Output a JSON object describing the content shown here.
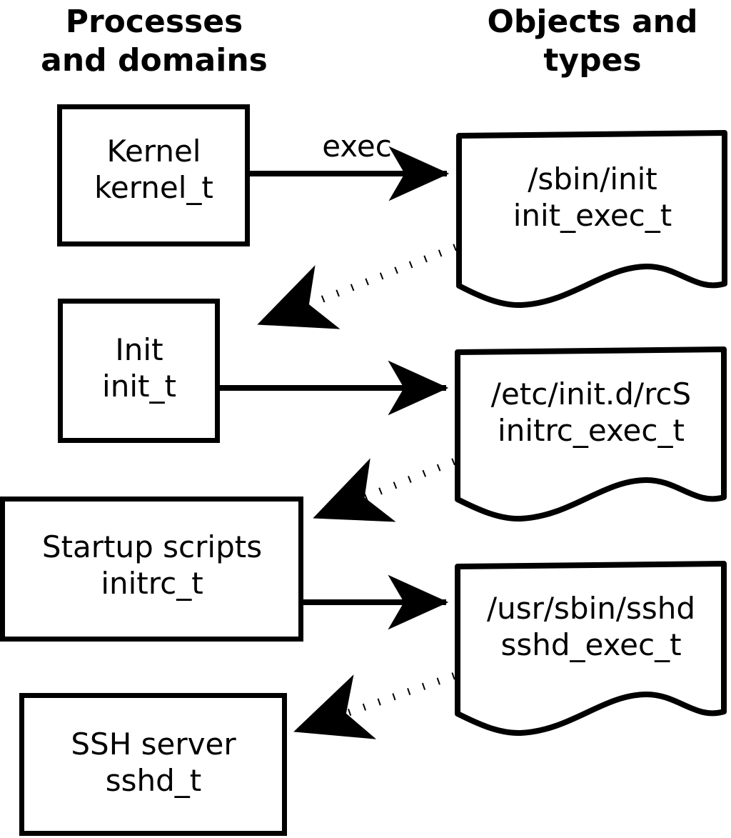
{
  "diagram": {
    "title_left": "Processes\nand domains",
    "title_right": "Objects and\ntypes",
    "stroke_color": "#000000",
    "background_color": "#ffffff"
  },
  "process_nodes": [
    {
      "id": "kernel",
      "name": "Kernel",
      "type": "kernel_t",
      "label": "Kernel\nkernel_t"
    },
    {
      "id": "init",
      "name": "Init",
      "type": "init_t",
      "label": "Init\ninit_t"
    },
    {
      "id": "initrc",
      "name": "Startup scripts",
      "type": "initrc_t",
      "label": "Startup scripts\ninitrc_t"
    },
    {
      "id": "sshd",
      "name": "SSH server",
      "type": "sshd_t",
      "label": "SSH server\nsshd_t"
    }
  ],
  "object_nodes": [
    {
      "id": "init_exec",
      "path": "/sbin/init",
      "type": "init_exec_t",
      "label": "/sbin/init\ninit_exec_t"
    },
    {
      "id": "initrc_exec",
      "path": "/etc/init.d/rcS",
      "type": "initrc_exec_t",
      "label": "/etc/init.d/rcS\ninitrc_exec_t"
    },
    {
      "id": "sshd_exec",
      "path": "/usr/sbin/sshd",
      "type": "sshd_exec_t",
      "label": "/usr/sbin/sshd\nsshd_exec_t"
    }
  ],
  "edges": [
    {
      "id": "kernel-exec-init",
      "from": "kernel",
      "to": "init_exec",
      "label": "exec",
      "style": "solid"
    },
    {
      "id": "initexec-to-init",
      "from": "init_exec",
      "to": "init",
      "label": "",
      "style": "dotted"
    },
    {
      "id": "init-exec-initrc",
      "from": "init",
      "to": "initrc_exec",
      "label": "",
      "style": "solid"
    },
    {
      "id": "initrcexec-to-initrc",
      "from": "initrc_exec",
      "to": "initrc",
      "label": "",
      "style": "dotted"
    },
    {
      "id": "initrc-exec-sshd",
      "from": "initrc",
      "to": "sshd_exec",
      "label": "",
      "style": "solid"
    },
    {
      "id": "sshdexec-to-sshd",
      "from": "sshd_exec",
      "to": "sshd",
      "label": "",
      "style": "dotted"
    }
  ]
}
